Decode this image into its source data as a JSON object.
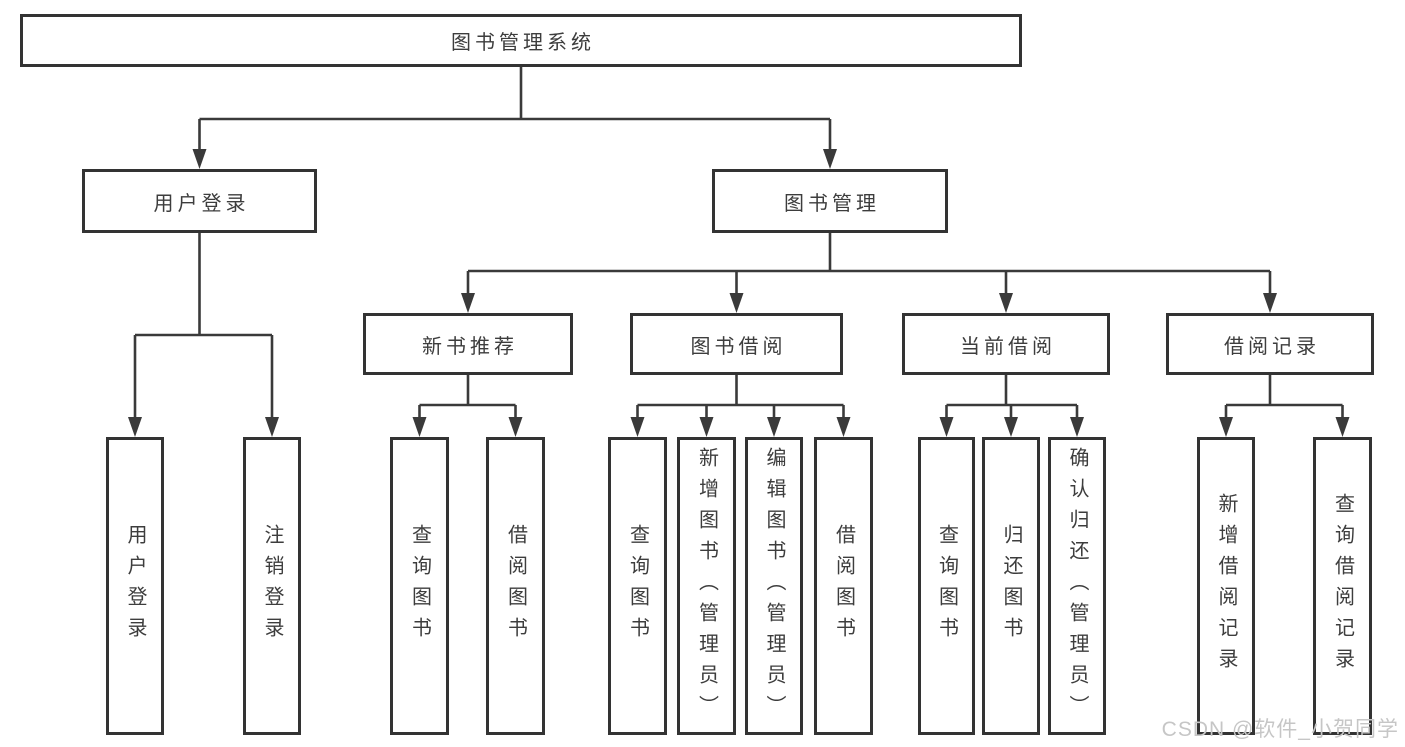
{
  "watermark": "CSDN @软件_小贺同学",
  "colors": {
    "background": "#ffffff",
    "box_border": "#333333",
    "connector": "#3a3a3a",
    "text": "#3d3d3d",
    "watermark": "#c6c6c6"
  },
  "tree": {
    "label": "图书管理系统",
    "children": [
      {
        "label": "用户登录",
        "children": [
          {
            "label": "用户登录"
          },
          {
            "label": "注销登录"
          }
        ]
      },
      {
        "label": "图书管理",
        "children": [
          {
            "label": "新书推荐",
            "children": [
              {
                "label": "查询图书"
              },
              {
                "label": "借阅图书"
              }
            ]
          },
          {
            "label": "图书借阅",
            "children": [
              {
                "label": "查询图书"
              },
              {
                "label": "新增图书（管理员）"
              },
              {
                "label": "编辑图书（管理员）"
              },
              {
                "label": "借阅图书"
              }
            ]
          },
          {
            "label": "当前借阅",
            "children": [
              {
                "label": "查询图书"
              },
              {
                "label": "归还图书"
              },
              {
                "label": "确认归还（管理员）"
              }
            ]
          },
          {
            "label": "借阅记录",
            "children": [
              {
                "label": "新增借阅记录"
              },
              {
                "label": "查询借阅记录"
              }
            ]
          }
        ]
      }
    ]
  }
}
